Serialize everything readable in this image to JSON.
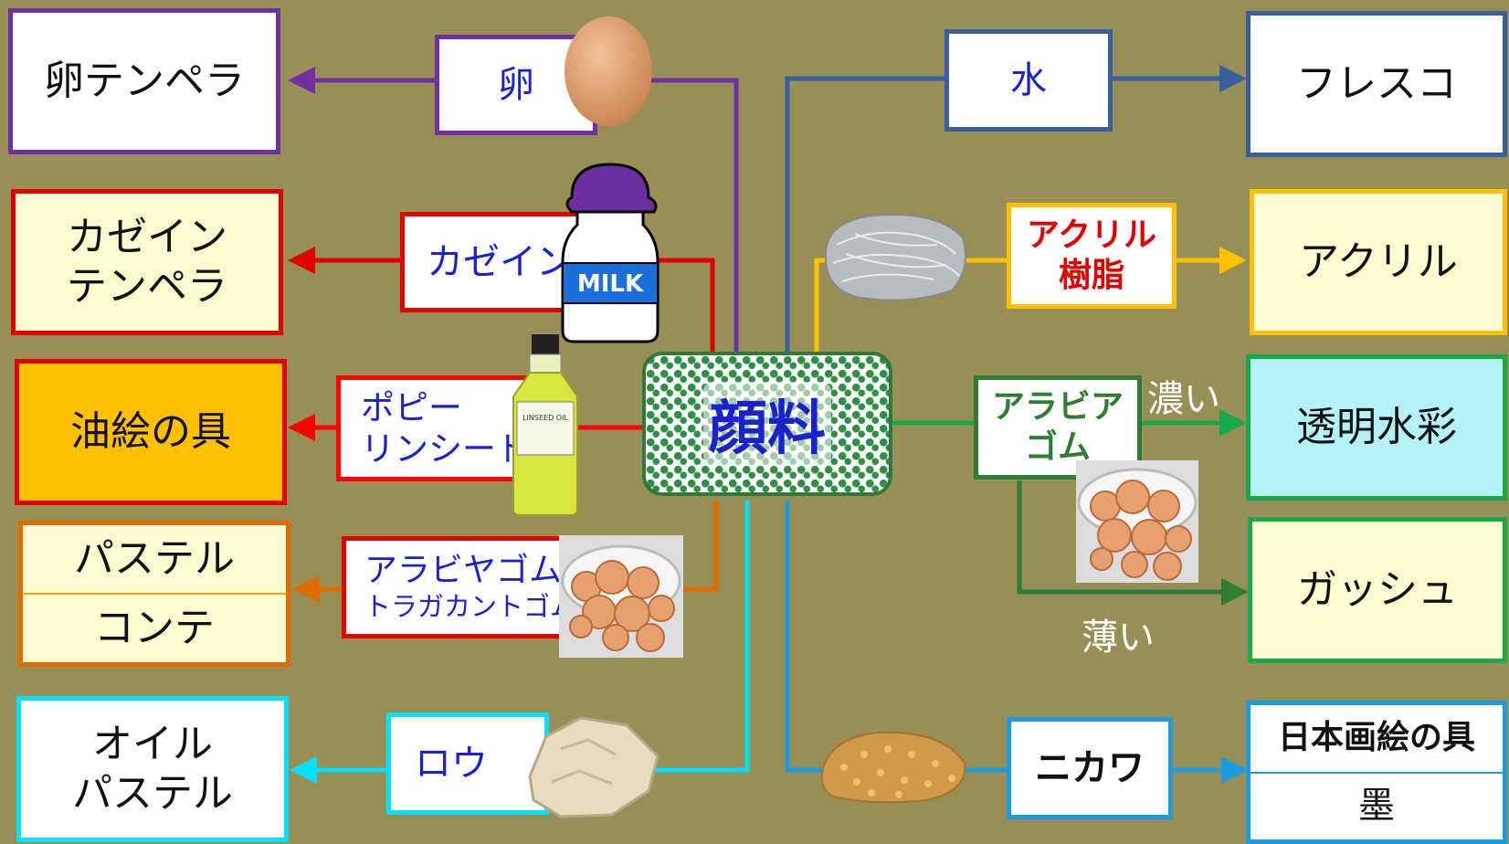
{
  "center": {
    "label": "顔料",
    "color": "#2e8f45"
  },
  "left": [
    {
      "binder": "卵",
      "binder_color": "#1a22cc",
      "result_lines": [
        "卵テンペラ"
      ],
      "color": "#7030a0",
      "result_bg": "#ffffff",
      "image": "egg-icon"
    },
    {
      "binder": "カゼイン",
      "binder_color": "#1a22cc",
      "result_lines": [
        "カゼイン",
        "テンペラ"
      ],
      "color": "#e00000",
      "result_bg": "#fffbd0",
      "image": "milk-bottle-icon"
    },
    {
      "binder_lines": [
        "ポピー",
        "リンシード"
      ],
      "binder_color": "#1a22cc",
      "result_lines": [
        "油絵の具"
      ],
      "color": "#ff0000",
      "result_bg": "#ffc000",
      "image": "linseed-oil-bottle-icon",
      "bottle_label": "LINSEED OIL"
    },
    {
      "binder_lines": [
        "アラビヤゴム",
        "トラガカントゴム"
      ],
      "binder_color": "#1a22cc",
      "result_lines": [
        "パステル",
        "コンテ"
      ],
      "color": "#e06c00",
      "result_bg": "#fffbd0",
      "image": "gum-arabic-jar-icon"
    },
    {
      "binder": "ロウ",
      "binder_color": "#1a22cc",
      "result_lines": [
        "オイル",
        "パステル"
      ],
      "color": "#00e0ff",
      "result_bg": "#ffffff",
      "image": "wax-lump-icon"
    }
  ],
  "right": [
    {
      "binder": "水",
      "binder_color": "#1a22cc",
      "result_lines": [
        "フレスコ"
      ],
      "color": "#3a5fa0",
      "result_bg": "#ffffff"
    },
    {
      "binder_lines": [
        "アクリル",
        "樹脂"
      ],
      "binder_color": "#e00000",
      "result_lines": [
        "アクリル"
      ],
      "color": "#ffc000",
      "result_bg": "#fffbd0",
      "image": "acrylic-resin-icon"
    },
    {
      "binder_lines": [
        "アラビア",
        "ゴム"
      ],
      "binder_color": "#2e7d32",
      "result_lines": [
        "透明水彩"
      ],
      "color": "#1aa84a",
      "result_bg": "#b4f2f8",
      "branch_label": "濃い",
      "image": "gum-arabic-jar-icon"
    },
    {
      "result_lines": [
        "ガッシュ"
      ],
      "color": "#2e7d32",
      "result_bg": "#fffbd0",
      "branch_label": "薄い"
    },
    {
      "binder": "ニカワ",
      "binder_color": "#111111",
      "result_lines": [
        "日本画絵の具",
        "墨"
      ],
      "color": "#1e9ae0",
      "result_bg": "#ffffff",
      "image": "animal-glue-icon"
    }
  ]
}
